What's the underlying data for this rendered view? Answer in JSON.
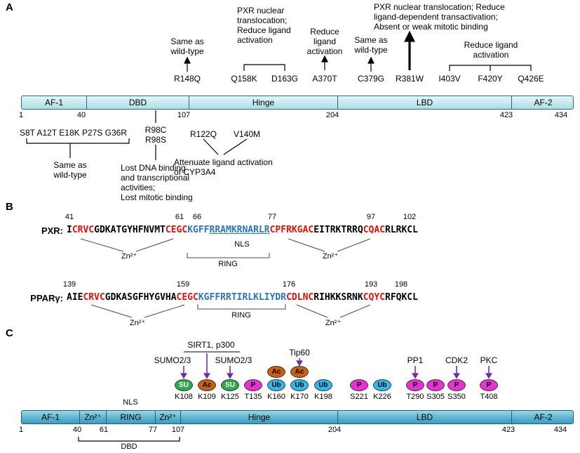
{
  "panelA": {
    "label": "A",
    "bar": {
      "segments": [
        "AF-1",
        "DBD",
        "Hinge",
        "LBD",
        "AF-2"
      ],
      "ticks": [
        "1",
        "40",
        "107",
        "204",
        "423",
        "434"
      ]
    },
    "mutations": [
      "R148Q",
      "Q158K",
      "D163G",
      "A370T",
      "C379G",
      "R381W",
      "I403V",
      "F420Y",
      "Q426E"
    ],
    "annotations": {
      "same_wt_1": "Same as\nwild-type",
      "pxr_nuclear_1": "PXR nuclear\ntranslocation;\nReduce ligand\nactivation",
      "reduce_ligand_1": "Reduce\nligand\nactivation",
      "same_wt_2": "Same as\nwild-type",
      "pxr_nuclear_2": "PXR nuclear translocation; Reduce\nligand-dependent transactivation;\nAbsent or weak mitotic binding",
      "reduce_ligand_2": "Reduce ligand\nactivation",
      "nterm_mutations": "S8T A12T E18K P27S G36R",
      "same_wt_3": "Same as\nwild-type",
      "r98": "R98C\nR98S",
      "lost_dna": "Lost DNA binding\nand transcriptional\nactivities;\nLost mitotic binding",
      "r122q": "R122Q",
      "v140m": "V140M",
      "attenuate": "Attenuate  ligand  activation\nof CYP3A4"
    }
  },
  "panelB": {
    "label": "B",
    "pxr": {
      "name": "PXR:",
      "positions": [
        "41",
        "61",
        "66",
        "77",
        "97",
        "102"
      ],
      "segments": [
        {
          "text": "I",
          "style": "black"
        },
        {
          "text": "CRVC",
          "style": "red"
        },
        {
          "text": "GDKATGYHFNVMT",
          "style": "black"
        },
        {
          "text": "CEGC",
          "style": "red"
        },
        {
          "text": "KGFF",
          "style": "blue"
        },
        {
          "text": "RRAMKRNARLR",
          "style": "blue-underline"
        },
        {
          "text": "CPFRKGAC",
          "style": "red"
        },
        {
          "text": "EITRKTRRQ",
          "style": "black"
        },
        {
          "text": "CQAC",
          "style": "red"
        },
        {
          "text": "RLRKCL",
          "style": "black"
        }
      ],
      "zn1": "Zn²⁺",
      "zn2": "Zn²⁺",
      "nls": "NLS",
      "ring": "RING"
    },
    "pparg": {
      "name": "PPARγ:",
      "positions": [
        "139",
        "159",
        "176",
        "193",
        "198"
      ],
      "segments": [
        {
          "text": "AIE",
          "style": "black"
        },
        {
          "text": "CRVC",
          "style": "red"
        },
        {
          "text": "GDKASGFHYGVHA",
          "style": "black"
        },
        {
          "text": "CEGC",
          "style": "red"
        },
        {
          "text": "KGFFRRTIRLKLIYDR",
          "style": "blue"
        },
        {
          "text": "CDLNC",
          "style": "red"
        },
        {
          "text": "RIHKKSRNK",
          "style": "black"
        },
        {
          "text": "CQYC",
          "style": "red"
        },
        {
          "text": "RFQKCL",
          "style": "black"
        }
      ],
      "zn1": "Zn²⁺",
      "zn2": "Zn²⁺",
      "ring": "RING"
    }
  },
  "panelC": {
    "label": "C",
    "enzymes": {
      "sumo_left": "SUMO2/3",
      "sirt": "SIRT1, p300",
      "sumo_right": "SUMO2/3",
      "tip60": "Tip60",
      "pp1": "PP1",
      "cdk2": "CDK2",
      "pkc": "PKC"
    },
    "nls": "NLS",
    "dbd": "DBD",
    "modifications": [
      {
        "mark": "SU",
        "residue": "K108",
        "type": "sumo"
      },
      {
        "mark": "Ac",
        "residue": "K109",
        "type": "ac"
      },
      {
        "mark": "SU",
        "residue": "K125",
        "type": "sumo"
      },
      {
        "mark": "P",
        "residue": "T135",
        "type": "p"
      },
      {
        "mark": "Ub",
        "residue": "K160",
        "type": "ub",
        "stacked": "Ac"
      },
      {
        "mark": "Ub",
        "residue": "K170",
        "type": "ub",
        "stacked": "Ac"
      },
      {
        "mark": "Ub",
        "residue": "K198",
        "type": "ub"
      },
      {
        "mark": "P",
        "residue": "S221",
        "type": "p"
      },
      {
        "mark": "Ub",
        "residue": "K226",
        "type": "ub"
      },
      {
        "mark": "P",
        "residue": "T290",
        "type": "p"
      },
      {
        "mark": "P",
        "residue": "S305",
        "type": "p"
      },
      {
        "mark": "P",
        "residue": "S350",
        "type": "p"
      },
      {
        "mark": "P",
        "residue": "T408",
        "type": "p"
      }
    ],
    "bar": {
      "segments": [
        "AF-1",
        "Zn²⁺",
        "RING",
        "Zn²⁺",
        "Hinge",
        "LBD",
        "AF-2"
      ],
      "ticks": [
        "1",
        "40",
        "61",
        "77",
        "107",
        "204",
        "423",
        "434"
      ]
    },
    "colors": {
      "sumo": "#2fa84e",
      "acetyl": "#c96210",
      "phospho": "#e632d2",
      "ubiquitin": "#33b8ea",
      "arrow": "#7030a0",
      "bar_a": "#c3e7ee",
      "bar_c": "#5db4d1",
      "seq_red": "#e3120b",
      "seq_blue": "#2e75b6"
    }
  }
}
